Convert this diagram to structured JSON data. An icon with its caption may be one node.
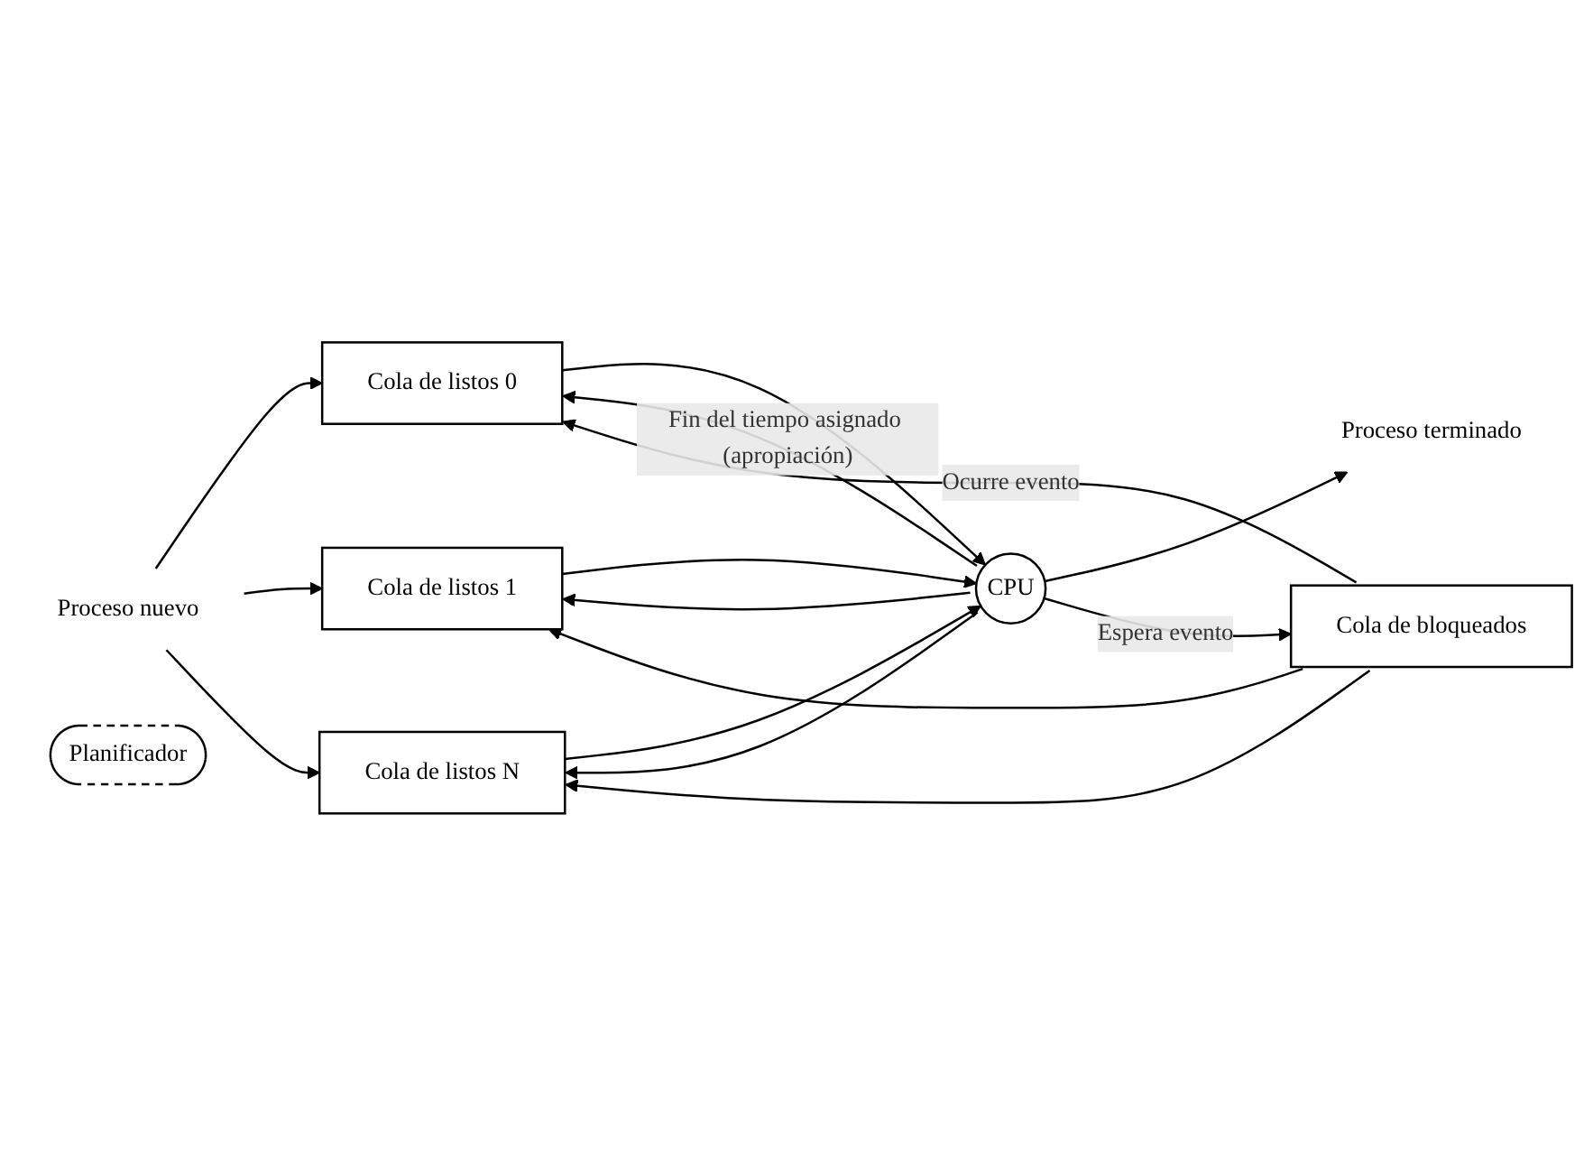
{
  "diagram": {
    "nodes": [
      {
        "text": [
          "Proceso nuevo"
        ]
      },
      {
        "text": [
          "Cola de listos 0"
        ]
      },
      {
        "text": [
          "Cola de listos 1"
        ]
      },
      {
        "text": [
          "Cola de listos N"
        ]
      },
      {
        "text": [
          "Planificador"
        ]
      },
      {
        "text": [
          "CPU"
        ]
      },
      {
        "text": [
          "Proceso terminado"
        ]
      },
      {
        "text": [
          "Cola de bloqueados"
        ]
      }
    ],
    "edges": [
      {
        "from": 0,
        "to": 1,
        "arrow": "to"
      },
      {
        "from": 0,
        "to": 2,
        "arrow": "to"
      },
      {
        "from": 0,
        "to": 3,
        "arrow": "to"
      },
      {
        "from": 1,
        "to": 5,
        "arrow": "to"
      },
      {
        "from": 2,
        "to": 5,
        "arrow": "to"
      },
      {
        "from": 3,
        "to": 5,
        "arrow": "to"
      },
      {
        "from": 5,
        "to": 6,
        "arrow": "to"
      },
      {
        "from": 5,
        "to": 1,
        "arrow": "to",
        "label": "Fin del tiempo asignado (apropiación)"
      },
      {
        "from": 5,
        "to": 2,
        "arrow": "to"
      },
      {
        "from": 5,
        "to": 3,
        "arrow": "to"
      },
      {
        "from": 5,
        "to": 7,
        "arrow": "to",
        "label": "Espera evento"
      },
      {
        "from": 7,
        "to": 1,
        "arrow": "to",
        "label": "Ocurre evento"
      },
      {
        "from": 7,
        "to": 2,
        "arrow": "to"
      },
      {
        "from": 7,
        "to": 3,
        "arrow": "to"
      }
    ]
  }
}
